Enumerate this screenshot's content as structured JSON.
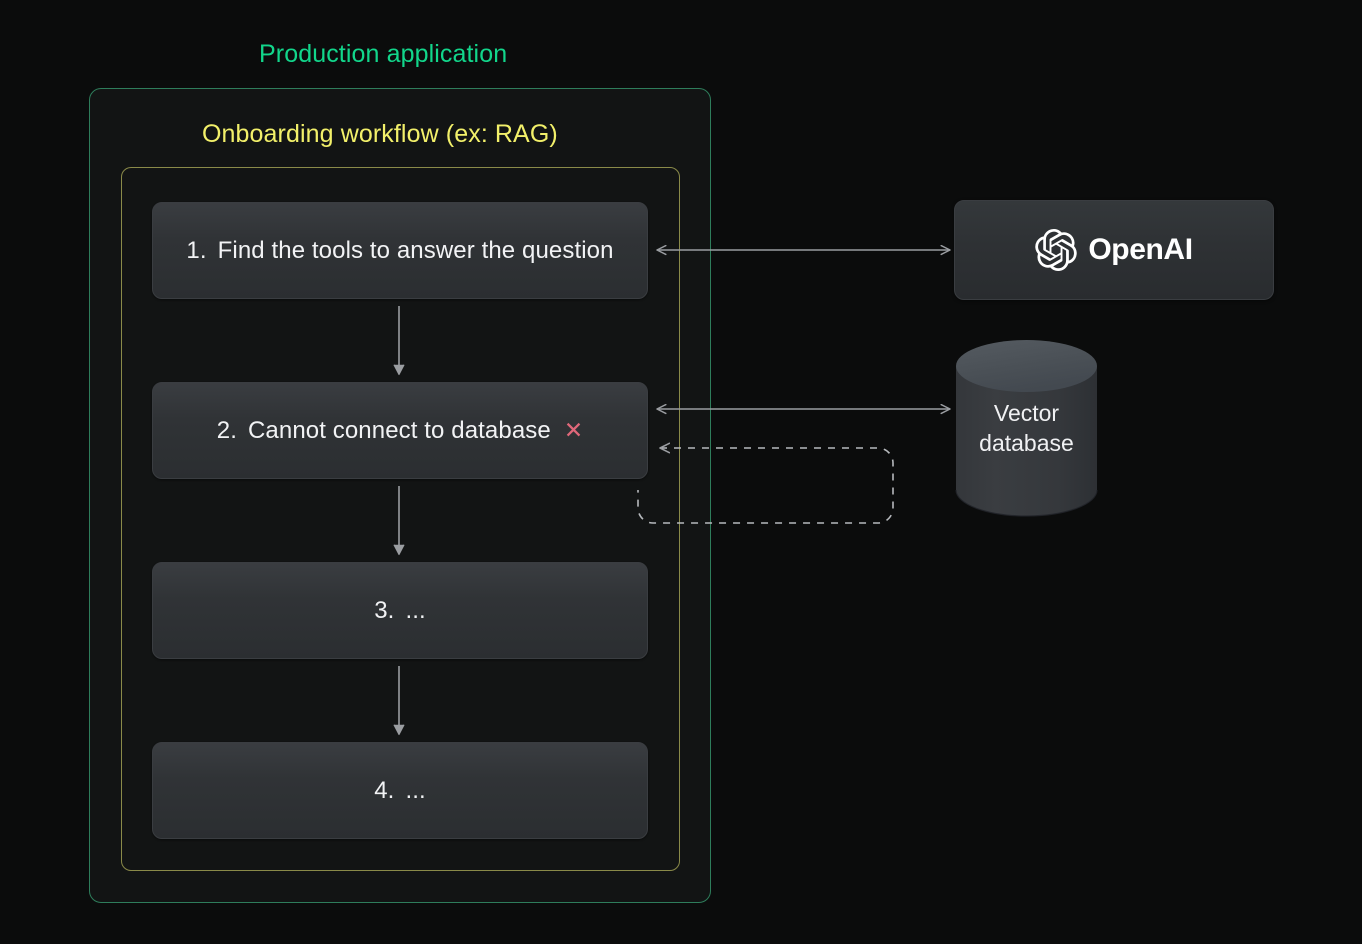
{
  "diagram": {
    "background_color": "#0b0c0c",
    "production_title": "Production application",
    "production_title_color": "#12d68b",
    "workflow_title": "Onboarding workflow (ex: RAG)",
    "workflow_title_color": "#f2f06a",
    "production_border_color": "#2e7d5b",
    "workflow_border_color": "#8a8a49"
  },
  "steps": [
    {
      "number": "1.",
      "label": "Find the tools to answer the question",
      "status": ""
    },
    {
      "number": "2.",
      "label": "Cannot connect to database",
      "status": "✕"
    },
    {
      "number": "3.",
      "label": "...",
      "status": ""
    },
    {
      "number": "4.",
      "label": "...",
      "status": ""
    }
  ],
  "nodes": {
    "openai": {
      "label": "OpenAI",
      "icon": "openai-blossom-logo",
      "color": "#ffffff"
    },
    "vector_database": {
      "line1": "Vector",
      "line2": "database",
      "icon": "database-cylinder",
      "color": "#f0f1f3"
    }
  },
  "edges": {
    "step1_openai": {
      "style": "solid",
      "arrows": "both"
    },
    "step2_vectordb": {
      "style": "solid",
      "arrows": "both"
    },
    "retry_loop": {
      "style": "dashed",
      "arrows": "left"
    },
    "step1_to_step2": {
      "style": "solid",
      "arrows": "down"
    },
    "step2_to_step3": {
      "style": "solid",
      "arrows": "down"
    },
    "step3_to_step4": {
      "style": "solid",
      "arrows": "down"
    }
  },
  "colors": {
    "error_x": "#e0687a",
    "edge_stroke": "#9a9da1",
    "card_border": "#3a3d41"
  }
}
